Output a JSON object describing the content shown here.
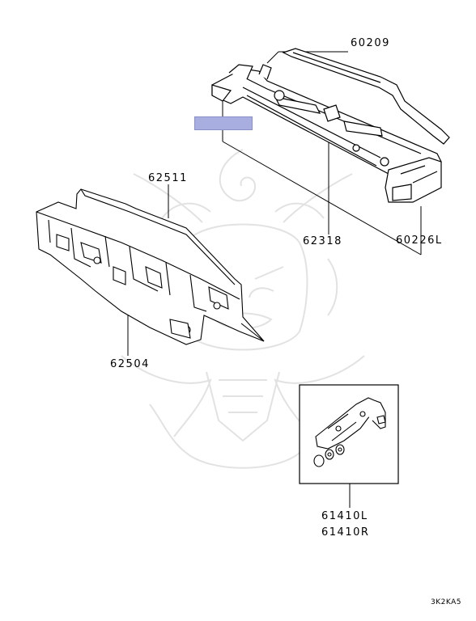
{
  "callouts": [
    {
      "id": "p60209",
      "text": "60209"
    },
    {
      "id": "p62318",
      "text": "62318"
    },
    {
      "id": "p60226L",
      "text": "60226L"
    },
    {
      "id": "p62511",
      "text": "62511"
    },
    {
      "id": "p62504",
      "text": "62504"
    },
    {
      "id": "p61410L",
      "text": "61410L"
    },
    {
      "id": "p61410R",
      "text": "61410R"
    }
  ],
  "diagram_code": "3K2KA5",
  "highlight": {
    "color": "#a9aee0",
    "border": "#8a90c8"
  },
  "watermark": {
    "name": "samurai-mask-watermark",
    "color": "#e4e4e4"
  },
  "icons": [
    "cowl-top-panel",
    "wiper-deck-bar",
    "cowl-side-bracket",
    "dash-panel",
    "bracket-assembly"
  ]
}
